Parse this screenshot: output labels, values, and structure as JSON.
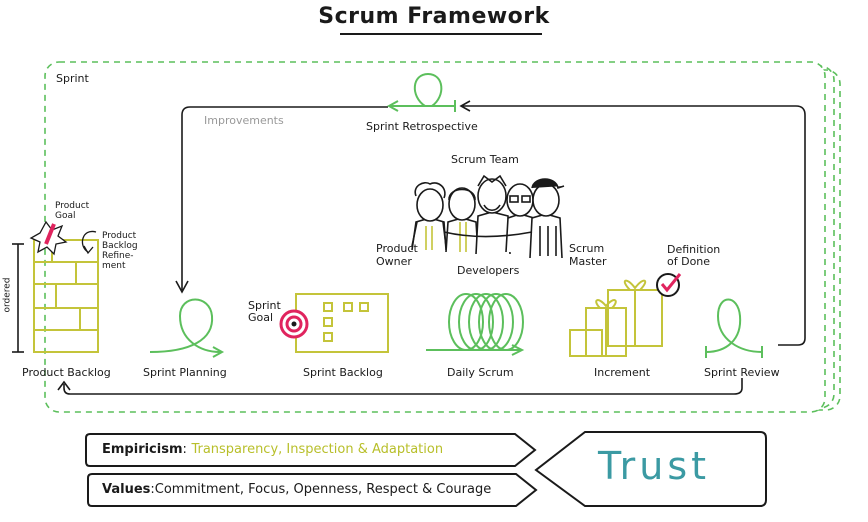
{
  "title": "Scrum Framework",
  "sprint_label": "Sprint",
  "improvements_label": "Improvements",
  "retrospective_label": "Sprint Retrospective",
  "scrum_team_label": "Scrum Team",
  "product_owner_label": "Product\nOwner",
  "developers_label": "Developers",
  "scrum_master_label": "Scrum\nMaster",
  "product_goal_label": "Product\nGoal",
  "refinement_label": "Product\nBacklog\nRefine-\nment",
  "ordered_label": "ordered",
  "sprint_goal_label": "Sprint\nGoal",
  "definition_of_done_label": "Definition\nof Done",
  "stages": {
    "product_backlog": "Product Backlog",
    "sprint_planning": "Sprint Planning",
    "sprint_backlog": "Sprint Backlog",
    "daily_scrum": "Daily Scrum",
    "increment": "Increment",
    "sprint_review": "Sprint Review"
  },
  "empiricism": {
    "label": "Empiricism",
    "separator": ":",
    "pillars": "Transparency, Inspection & Adaptation"
  },
  "values": {
    "label": "Values",
    "separator": ":",
    "items": "Commitment, Focus, Openness, Respect & Courage"
  },
  "trust": "Trust",
  "colors": {
    "green": "#5cbf5c",
    "olive": "#c4c43a",
    "pink": "#e0245e",
    "teal": "#3b9aa3",
    "ink": "#1a1a1a"
  }
}
